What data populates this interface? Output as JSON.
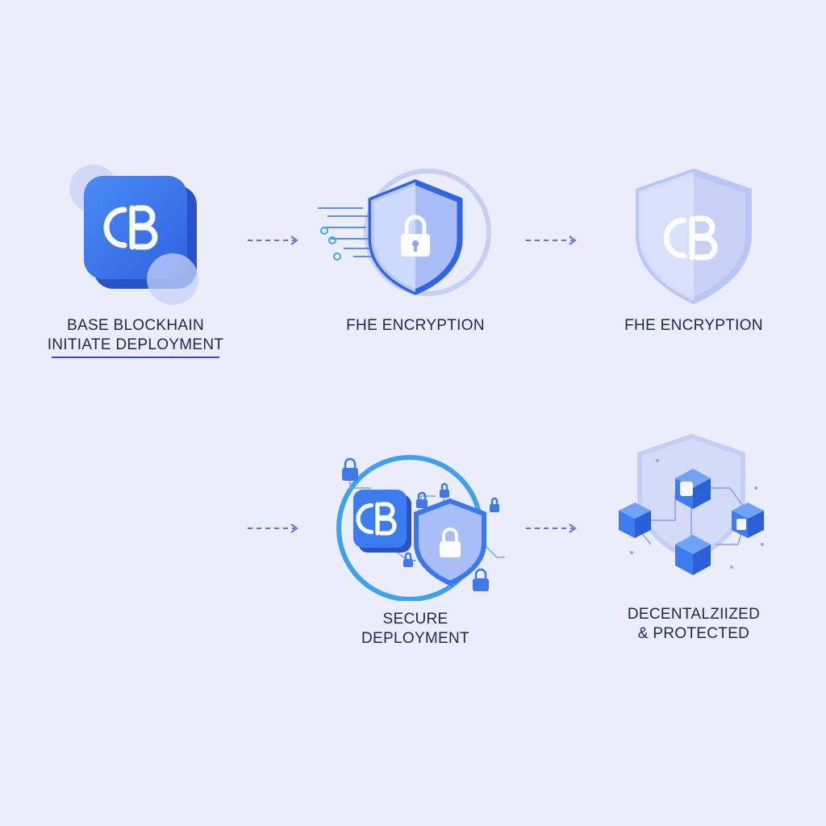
{
  "diagram": {
    "colors": {
      "background": "#ECEDFA",
      "primary_blue": "#3D7BF0",
      "light_blue": "#8FB0F5",
      "pale_shield": "#C9D2F7",
      "arrow": "#6A6FD6",
      "text": "#1F2656"
    },
    "nodes": [
      {
        "id": "base-blockchain",
        "icon": "blockchain-logo-icon",
        "lines": [
          "BASE BLOCKHAIN",
          "INITIATE DEPLOYMENT"
        ]
      },
      {
        "id": "fhe-encryption-1",
        "icon": "shield-lock-icon",
        "lines": [
          "FHE ENCRYPTION"
        ]
      },
      {
        "id": "fhe-encryption-2",
        "icon": "shield-logo-icon",
        "lines": [
          "FHE ENCRYPTION"
        ]
      },
      {
        "id": "secure-deployment",
        "icon": "secure-deployment-icon",
        "lines": [
          "SECURE",
          "DEPLOYMENT"
        ]
      },
      {
        "id": "decentralized-protected",
        "icon": "network-shield-icon",
        "lines": [
          "DECENTALZIIZED",
          "& PROTECTED"
        ]
      }
    ],
    "connectors": [
      "arrow",
      "arrow",
      "arrow",
      "arrow"
    ]
  }
}
